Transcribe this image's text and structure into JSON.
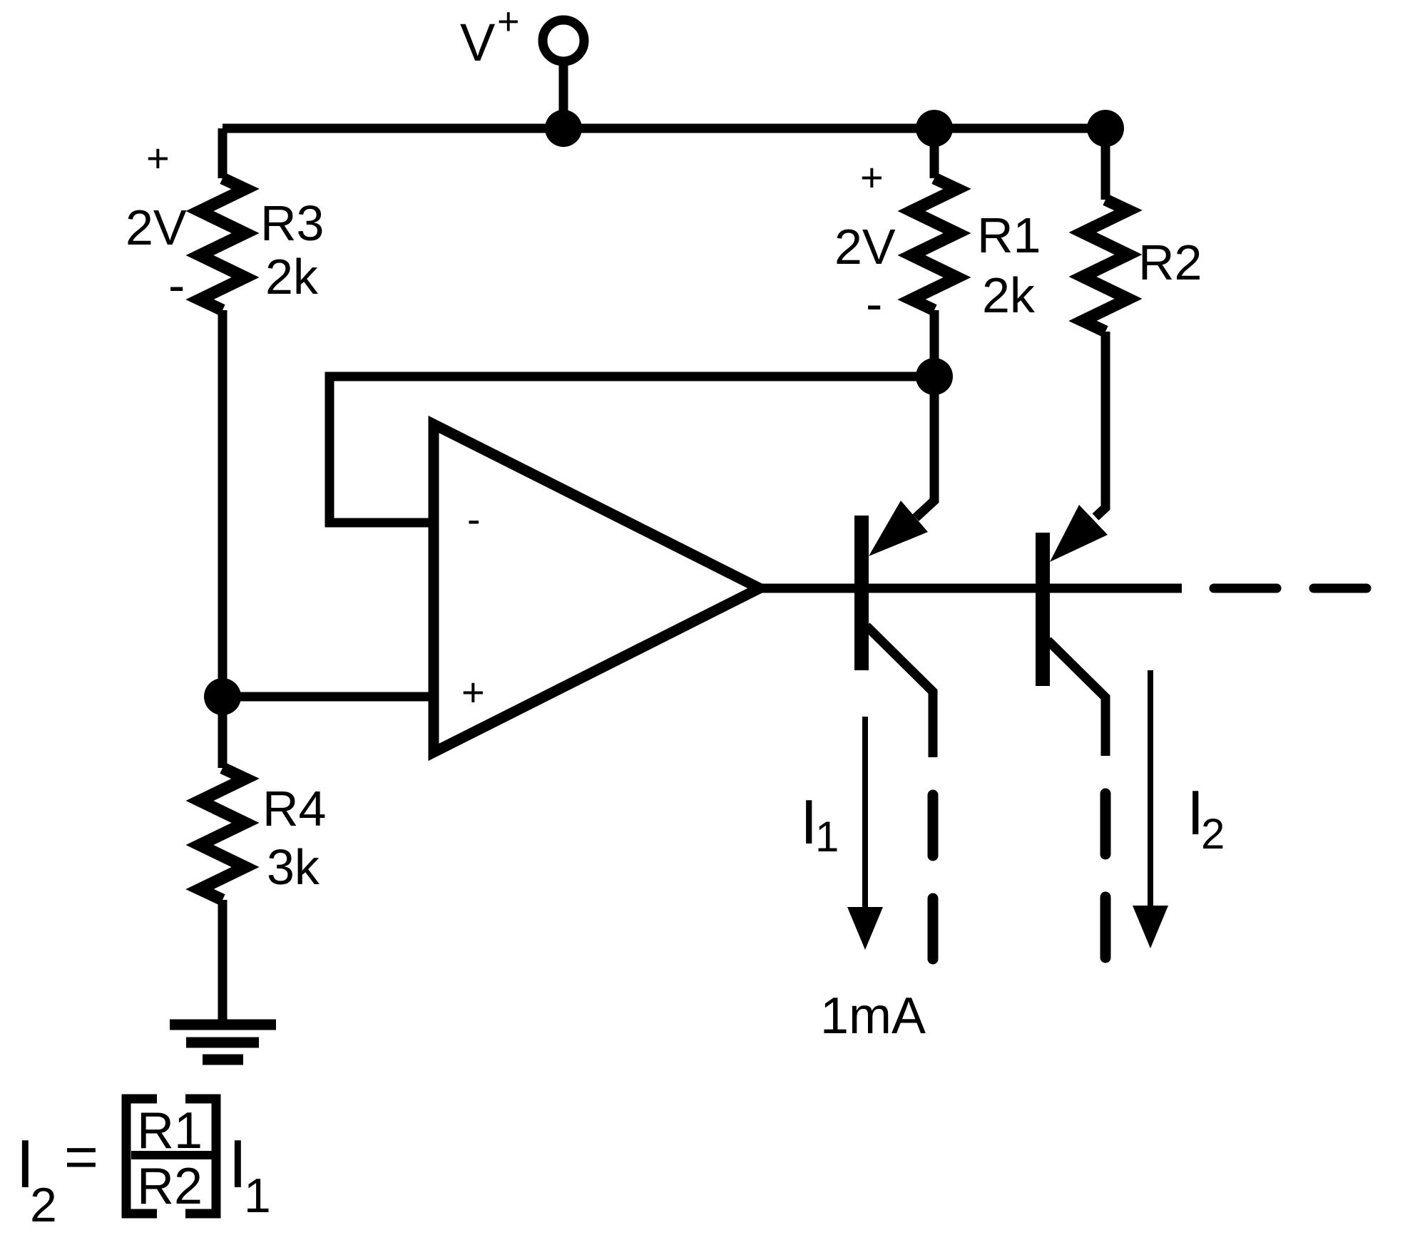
{
  "colors": {
    "ink": "#000000",
    "background": "#ffffff"
  },
  "supply": {
    "label": "V",
    "superscript": "+"
  },
  "resistors": {
    "r3": {
      "polarity_plus": "+",
      "voltage": "2V",
      "polarity_minus": "-",
      "name": "R3",
      "value": "2k"
    },
    "r1": {
      "polarity_plus": "+",
      "voltage": "2V",
      "polarity_minus": "-",
      "name": "R1",
      "value": "2k"
    },
    "r2": {
      "name": "R2"
    },
    "r4": {
      "name": "R4",
      "value": "3k"
    }
  },
  "opamp": {
    "inverting_label": "-",
    "noninverting_label": "+"
  },
  "currents": {
    "i1": {
      "symbol": "I",
      "subscript": "1"
    },
    "i2": {
      "symbol": "I",
      "subscript": "2"
    },
    "i1_value": "1mA"
  },
  "formula": {
    "lhs_symbol": "I",
    "lhs_subscript": "2",
    "equals": "=",
    "numerator": "R1",
    "denominator": "R2",
    "rhs_symbol": "I",
    "rhs_subscript": "1"
  }
}
